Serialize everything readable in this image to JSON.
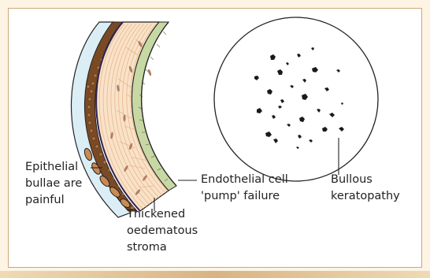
{
  "labels": {
    "epithelial_bullae": [
      "Epithelial",
      "bullae are",
      "painful"
    ],
    "thickened_stroma": [
      "Thickened",
      "oedematous",
      "stroma"
    ],
    "endothelial_failure": [
      "Endothelial cell",
      "'pump' failure"
    ],
    "bullous_keratopathy": [
      "Bullous",
      "keratopathy"
    ]
  },
  "colors": {
    "page_tint": "#fdf4e3",
    "frame_border": "#c9a97a",
    "tear_film": "#dbeef5",
    "epithelium": "#7a4a25",
    "stroma": "#f9e2c8",
    "stroma_fibres": "#e7b88f",
    "keratocytes": "#b07f66",
    "endothelium": "#c8d8a4",
    "outline": "#222222"
  }
}
